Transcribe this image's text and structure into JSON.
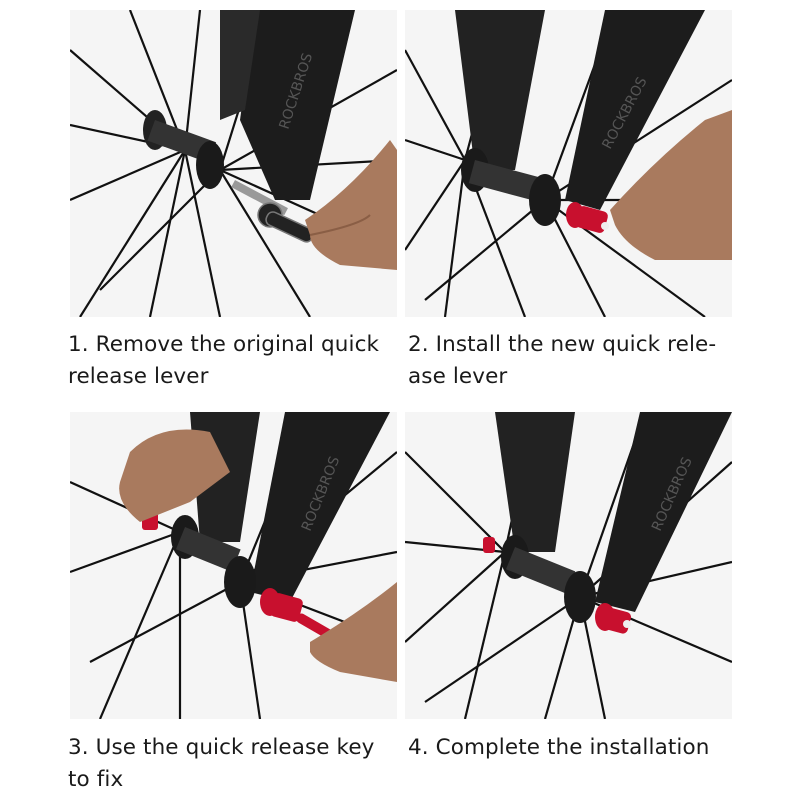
{
  "accent_color": "#c8102e",
  "steps": [
    {
      "lines": [
        "1. Remove the original quick",
        "release lever"
      ],
      "photo": "remove-lever-photo",
      "fork_brand": "ROCKBROS"
    },
    {
      "lines": [
        "2. Install the new quick rele-",
        "ase lever"
      ],
      "photo": "install-lever-photo",
      "fork_brand": "ROCKBROS"
    },
    {
      "lines": [
        "3. Use the quick release key",
        "to fix"
      ],
      "photo": "tighten-with-key-photo",
      "fork_brand": "ROCKBROS"
    },
    {
      "lines": [
        "4. Complete the installation"
      ],
      "photo": "completed-installation-photo",
      "fork_brand": "ROCKBROS"
    }
  ]
}
